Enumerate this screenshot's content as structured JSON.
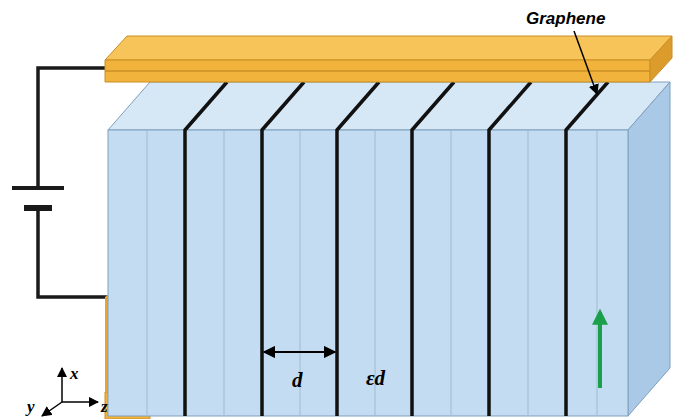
{
  "diagram": {
    "labels": [
      "Graphene",
      "d",
      "εd",
      "x",
      "y",
      "z"
    ]
  }
}
